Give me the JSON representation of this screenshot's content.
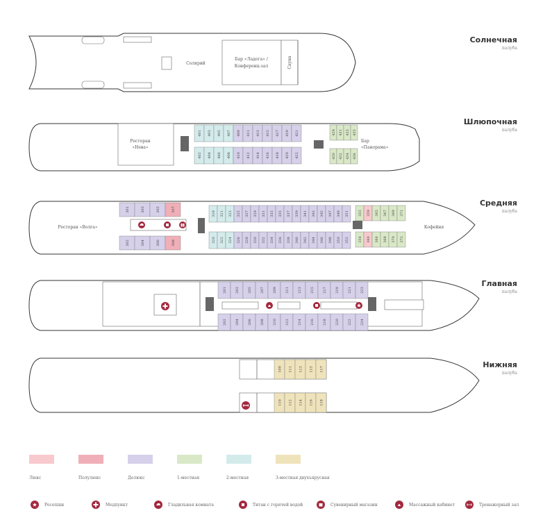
{
  "decks": [
    {
      "id": "sun",
      "title": "Солнечная",
      "subtitle": "палуба"
    },
    {
      "id": "boat",
      "title": "Шлюпочная",
      "subtitle": "палуба"
    },
    {
      "id": "middle",
      "title": "Средняя",
      "subtitle": "палуба"
    },
    {
      "id": "main",
      "title": "Главная",
      "subtitle": "палуба"
    },
    {
      "id": "lower",
      "title": "Нижняя",
      "subtitle": "палуба"
    }
  ],
  "rooms": {
    "solarium": "Солярий",
    "bar_line1": "Бар «Ладога» /",
    "bar_line2": "Конференц-зал",
    "sauna": "Сауна",
    "rest_neva_1": "Ресторан",
    "rest_neva_2": "«Нева»",
    "bar_pan_1": "Бар",
    "bar_pan_2": "«Панорама»",
    "rest_volga": "Ресторан «Волга»",
    "coffee": "Кофейня"
  },
  "cabin_colors": {
    "lux": "#f8c9cd",
    "semilux": "#f0afb8",
    "deluxe": "#d6d0ea",
    "single": "#d9e8c7",
    "double": "#d4ebec",
    "triple": "#efe3bb"
  },
  "cabins": {
    "boat_top": [
      "401",
      "403",
      "405",
      "407",
      "409",
      "411",
      "413",
      "415",
      "417",
      "419",
      "421"
    ],
    "boat_bottom": [
      "402",
      "404",
      "406",
      "408",
      "410",
      "412",
      "414",
      "416",
      "418",
      "420",
      "422"
    ],
    "boat_fwd_top": [
      "429",
      "431",
      "433",
      "435"
    ],
    "boat_fwd_bottom": [
      "430",
      "432",
      "434",
      "436"
    ],
    "mid_aft_top": [
      "301",
      "303",
      "305",
      "307"
    ],
    "mid_aft_bottom": [
      "302",
      "304",
      "306",
      "308"
    ],
    "mid_top": [
      "319",
      "321",
      "323",
      "325",
      "327",
      "329",
      "331",
      "333",
      "335",
      "337",
      "339",
      "341",
      "343",
      "345",
      "347",
      "349",
      "351"
    ],
    "mid_bottom": [
      "320",
      "322",
      "324",
      "326",
      "328",
      "330",
      "332",
      "334",
      "336",
      "338",
      "340",
      "342",
      "344",
      "346",
      "348",
      "350",
      "352"
    ],
    "mid_fwd_top": [
      "355",
      "359",
      "365",
      "367",
      "369",
      "371"
    ],
    "mid_fwd_bottom": [
      "356",
      "360",
      "366",
      "368",
      "370",
      "372"
    ],
    "main_top": [
      "201",
      "203",
      "205",
      "207",
      "209",
      "211",
      "213",
      "215",
      "217",
      "219",
      "221",
      "223"
    ],
    "main_bottom": [
      "202",
      "204",
      "206",
      "208",
      "210",
      "212",
      "214",
      "216",
      "218",
      "220",
      "222",
      "224"
    ],
    "lower_top": [
      "109",
      "111",
      "113",
      "115",
      "117"
    ],
    "lower_bottom": [
      "110",
      "112",
      "114",
      "116",
      "118"
    ]
  },
  "legend": [
    {
      "label": "Люкс",
      "color": "#f8c9cd"
    },
    {
      "label": "Полулюкс",
      "color": "#f0afb8"
    },
    {
      "label": "Делюкс",
      "color": "#d6d0ea"
    },
    {
      "label": "1-местная",
      "color": "#d9e8c7"
    },
    {
      "label": "2-местная",
      "color": "#d4ebec"
    },
    {
      "label": "3-местная двухъярусная",
      "color": "#efe3bb"
    }
  ],
  "services": [
    {
      "label": "Ресепшн",
      "icon": "star-icon"
    },
    {
      "label": "Медпункт",
      "icon": "medical-cross-icon"
    },
    {
      "label": "Гладильная комната",
      "icon": "iron-icon"
    },
    {
      "label": "Титан с горячей водой",
      "icon": "kettle-icon"
    },
    {
      "label": "Сувенирный магазин",
      "icon": "gift-icon"
    },
    {
      "label": "Массажный кабинет",
      "icon": "massage-icon"
    },
    {
      "label": "Тренажерный зал",
      "icon": "dumbbell-icon"
    }
  ],
  "accent_color": "#a3293f"
}
